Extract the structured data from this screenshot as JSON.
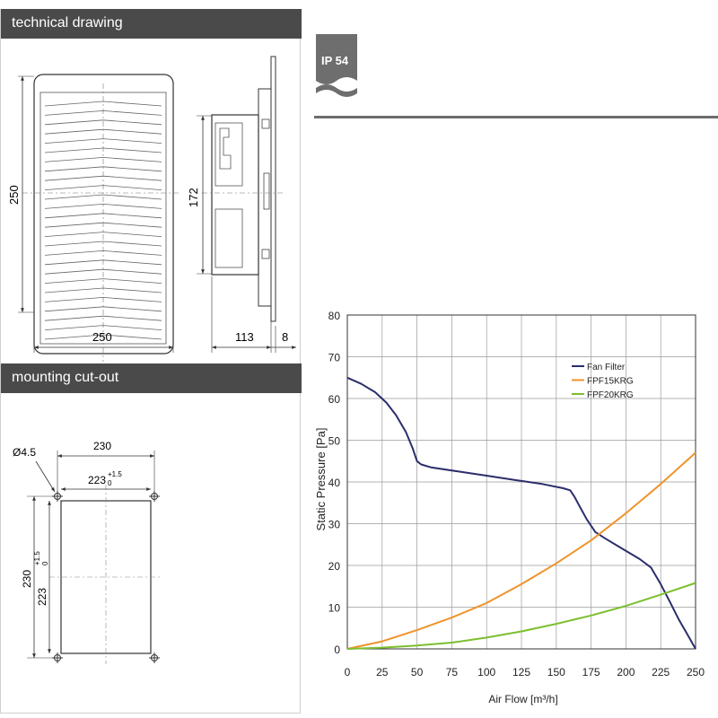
{
  "sections": {
    "technical_drawing": "technical drawing",
    "mounting_cutout": "mounting cut-out"
  },
  "badge": {
    "label": "IP 54",
    "color": "#6e6e6e"
  },
  "technical_drawing": {
    "front_height": "250",
    "front_width": "250",
    "side_height": "172",
    "side_depth": "113",
    "side_flange": "8"
  },
  "mounting": {
    "hole_diameter": "Ø4.5",
    "outer_width": "230",
    "inner_width": "223",
    "outer_height": "230",
    "inner_height": "223",
    "tol_upper": "+1.5",
    "tol_lower": "0"
  },
  "chart_data": {
    "type": "line",
    "xlabel": "Air Flow [m³/h]",
    "ylabel": "Static Pressure [Pa]",
    "xlim": [
      0,
      250
    ],
    "ylim": [
      0,
      80
    ],
    "xticks": [
      0,
      25,
      50,
      75,
      100,
      125,
      150,
      175,
      200,
      225,
      250
    ],
    "yticks": [
      0,
      10,
      20,
      30,
      40,
      50,
      60,
      70,
      80
    ],
    "grid": true,
    "legend": "top-right",
    "series": [
      {
        "name": "Fan Filter",
        "color": "#2b2e6b",
        "x": [
          0,
          10,
          20,
          28,
          35,
          42,
          47,
          50,
          53,
          60,
          80,
          100,
          120,
          140,
          155,
          160,
          163,
          167,
          172,
          178,
          185,
          195,
          210,
          218,
          225,
          232,
          238,
          245,
          250
        ],
        "y": [
          65,
          63.5,
          61.5,
          59,
          56,
          52,
          48,
          45,
          44.2,
          43.5,
          42.5,
          41.5,
          40.5,
          39.5,
          38.5,
          38,
          36.5,
          34,
          31,
          28,
          26.5,
          24.5,
          21.5,
          19.5,
          15.5,
          11,
          7,
          3,
          0
        ]
      },
      {
        "name": "FPF15KRG",
        "color": "#f0932b",
        "x": [
          0,
          25,
          50,
          75,
          100,
          125,
          150,
          175,
          200,
          225,
          250
        ],
        "y": [
          0,
          1.8,
          4.5,
          7.5,
          11,
          15.5,
          20.5,
          26,
          32.5,
          39.5,
          47
        ]
      },
      {
        "name": "FPF20KRG",
        "color": "#7cbf2f",
        "x": [
          0,
          25,
          50,
          75,
          100,
          125,
          150,
          175,
          200,
          225,
          250
        ],
        "y": [
          0,
          0.3,
          0.8,
          1.5,
          2.7,
          4.2,
          6,
          8,
          10.3,
          13,
          15.8
        ]
      }
    ]
  }
}
